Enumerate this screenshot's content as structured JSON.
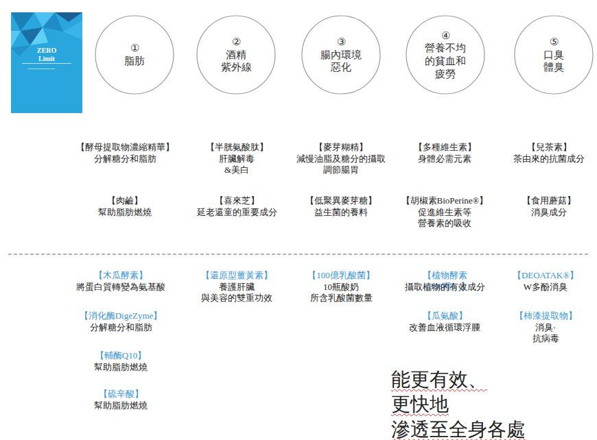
{
  "diagram": {
    "nodes": [
      {
        "text": [
          "ZERO Limit"
        ]
      },
      {
        "text": [
          "①",
          "脂肪"
        ]
      },
      {
        "text": [
          "②",
          "酒精 紫外線"
        ]
      },
      {
        "text": [
          "③",
          "腸內環境 惡化"
        ]
      },
      {
        "text": [
          "④",
          "營養不均 的貧血和 疲勞"
        ]
      },
      {
        "text": [
          "⑤",
          "口臭 體臭"
        ]
      }
    ],
    "labels": [
      "【酵母提取物濃縮精華】",
      "分解糖分和脂肪",
      "【半胱氨酸肽】",
      "肝臟解毒&美白",
      "【麥芽糊精】",
      "減慢油脂及糖分的攝取 調節腸胃",
      "【多種維生素】",
      "身體必需元素",
      "【兒茶素】",
      "茶由來的抗菌成分",
      "【肉鹼】",
      "幫助脂肪燃燒",
      "【喜來芝】",
      "延老還童的重要成分",
      "【低聚異麥芽糖】",
      "益生菌的養料",
      "【胡椒素BioPerine®】",
      "促進維生素等 營養素的吸收",
      "【食用蘑菇】",
      "消臭成分",
      "【木瓜酵素】",
      "將蛋白質轉變為氨基酸",
      "【還原型薑黃素】",
      "養護肝臟 與美容的雙重功效",
      "【100億乳酸菌】",
      "10瓶酸奶 所含乳酸菌數量",
      "【植物酵素（358種）】",
      "攝取植物的有效成分",
      "【DEOATAK®】",
      "W多酚消臭",
      "【消化酶DigeZyme】",
      "分解糖分和脂肪",
      "【瓜氨酸】",
      "改善血液循環浮腫",
      "【柿漆提取物】",
      "消臭·抗病毒",
      "【輔酶Q10】",
      "幫助脂肪燃燒",
      "【硫辛酸】",
      "幫助脂肪燃燒",
      "能更有效、更快地 滲透至全身各處"
    ]
  }
}
